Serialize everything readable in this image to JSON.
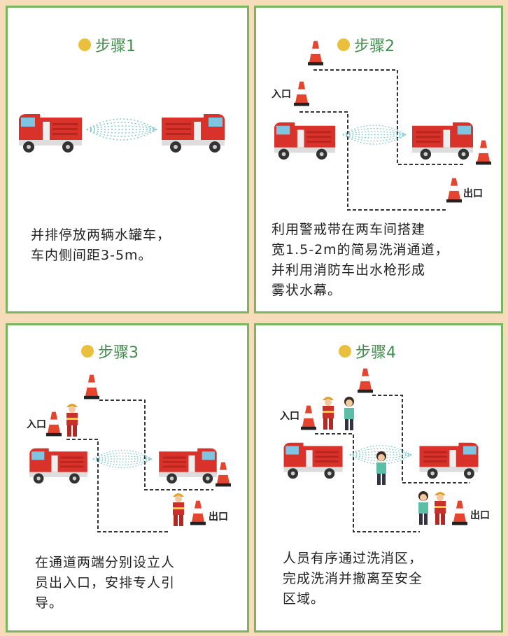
{
  "colors": {
    "background": "#f6dcb9",
    "border": "#78b55f",
    "title": "#3f8f4a",
    "dot": "#eabf3c"
  },
  "steps": [
    {
      "title": "步骤1",
      "lines": [
        "并排停放两辆水罐车，",
        "车内侧间距3-5m。"
      ]
    },
    {
      "title": "步骤2",
      "lines": [
        "利用警戒带在两车间搭建",
        "宽1.5-2m的简易洗消通道，",
        "并利用消防车出水枪形成",
        "雾状水幕。"
      ],
      "entry": "入口",
      "exit": "出口"
    },
    {
      "title": "步骤3",
      "lines": [
        "在通道两端分别设立人",
        "员出入口，安排专人引",
        "导。"
      ],
      "entry": "入口",
      "exit": "出口"
    },
    {
      "title": "步骤4",
      "lines": [
        "人员有序通过洗消区，",
        "完成洗消并撤离至安全",
        "区域。"
      ],
      "entry": "入口",
      "exit": "出口"
    }
  ]
}
